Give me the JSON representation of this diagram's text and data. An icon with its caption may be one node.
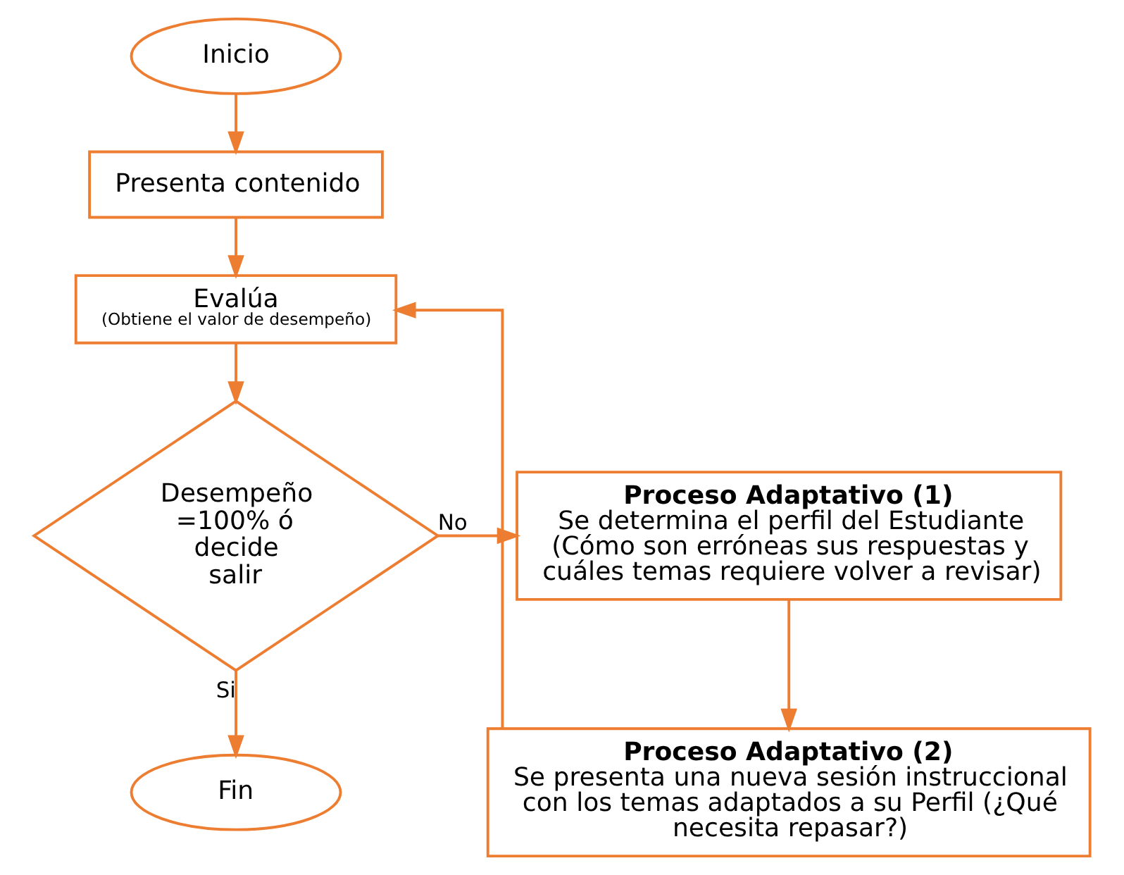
{
  "diagram": {
    "nodes": [
      {
        "text": [
          "Inicio"
        ]
      },
      {
        "text": [
          "Presenta contenido"
        ]
      },
      {
        "text": [
          "Evalúa",
          "(Obtiene el valor de desempeño)"
        ]
      },
      {
        "text": [
          "Desempeño =100% ó decide salir"
        ]
      },
      {
        "text": [
          "Fin"
        ]
      },
      {
        "text": [
          "Proceso Adaptativo (1)",
          "Se determina el perfil del Estudiante (Cómo son erróneas sus respuestas y cuáles temas requiere volver a revisar)"
        ]
      },
      {
        "text": [
          "Proceso Adaptativo (2)",
          "Se presenta una nueva sesión instruccional con los temas adaptados a su Perfil (¿Qué necesita repasar?)"
        ]
      }
    ],
    "edges": [
      {
        "from": 0,
        "to": 1,
        "arrow": "to"
      },
      {
        "from": 1,
        "to": 2,
        "arrow": "to"
      },
      {
        "from": 2,
        "to": 3,
        "arrow": "to"
      },
      {
        "from": 3,
        "to": 5,
        "arrow": "to",
        "label": "No"
      },
      {
        "from": 3,
        "to": 4,
        "arrow": "to",
        "label": "Si"
      },
      {
        "from": 5,
        "to": 6,
        "arrow": "to"
      },
      {
        "from": 6,
        "to": 2,
        "arrow": "to"
      }
    ]
  }
}
